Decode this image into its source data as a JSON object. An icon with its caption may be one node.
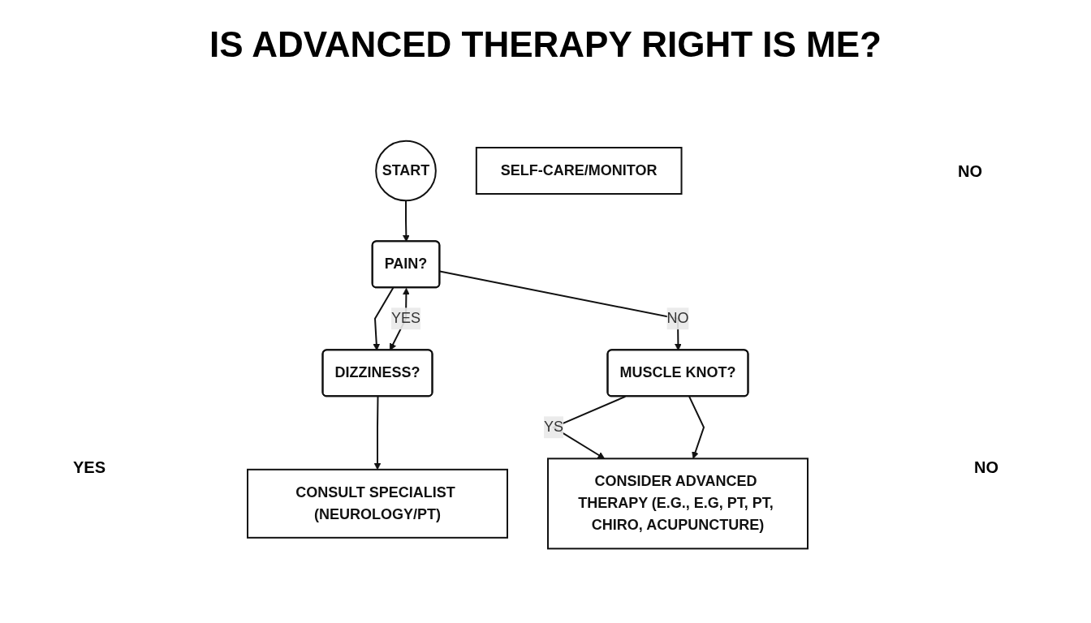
{
  "diagram": {
    "title": "IS ADVANCED THERAPY RIGHT IS ME?",
    "nodes": [
      {
        "text": [
          "START"
        ]
      },
      {
        "text": [
          "PAIN?"
        ]
      },
      {
        "text": [
          "DIZZINESS?"
        ]
      },
      {
        "text": [
          "MUSCLE KNOT?"
        ]
      },
      {
        "text": [
          "CONSULT SPECIALIST (NEUROLOGY/PT)"
        ]
      },
      {
        "text": [
          "CONSIDER ADVANCED THERAPY (E.G., E.G, PT, PT, CHIRO, ACUPUNCTURE)"
        ]
      },
      {
        "text": [
          "SELF-CARE/MONITOR"
        ]
      }
    ],
    "edges": [
      {
        "from": 0,
        "to": 1,
        "arrow": "to"
      },
      {
        "from": 1,
        "to": 2,
        "arrow": "to"
      },
      {
        "from": 1,
        "to": 2,
        "arrow": "both",
        "label": "YES"
      },
      {
        "from": 1,
        "to": 3,
        "arrow": "to",
        "label": "NO"
      },
      {
        "from": 2,
        "to": 4,
        "arrow": "to"
      },
      {
        "from": 3,
        "to": 5,
        "arrow": "to",
        "label": "YS"
      },
      {
        "from": 3,
        "to": 5,
        "arrow": "to"
      }
    ],
    "labels": [
      "NO",
      "YES",
      "NO"
    ]
  }
}
